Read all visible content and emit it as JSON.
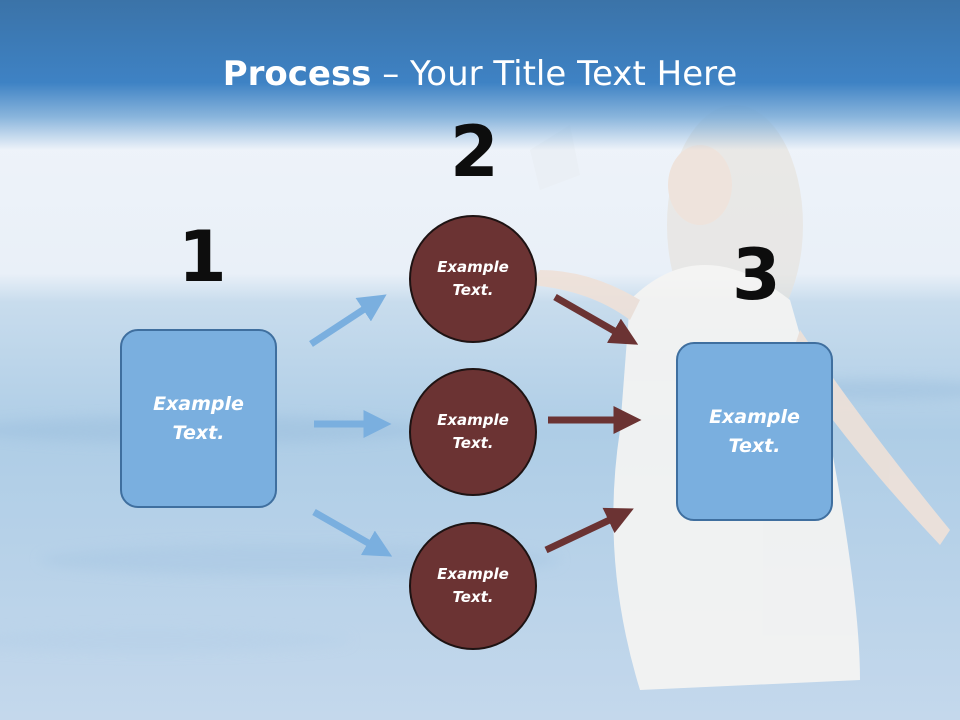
{
  "slide": {
    "title_bold": "Process",
    "title_rest": " – Your Title Text Here"
  },
  "steps": {
    "one": "1",
    "two": "2",
    "three": "3"
  },
  "left_box": {
    "label": "Example\nText."
  },
  "circles": [
    {
      "label": "Example\nText."
    },
    {
      "label": "Example\nText."
    },
    {
      "label": "Example\nText."
    }
  ],
  "right_box": {
    "label": "Example\nText."
  },
  "colors": {
    "header": "#3e82c4",
    "box_fill": "#7aafdf",
    "circle_fill": "#6b3333",
    "blue_arrow": "#7aafdf",
    "dark_arrow": "#6b3333"
  }
}
